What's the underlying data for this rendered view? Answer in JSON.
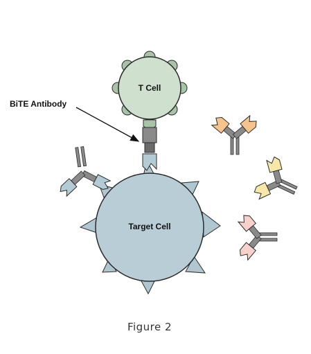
{
  "diagram": {
    "annotation_label": "BiTE Antibody",
    "t_cell_label": "T Cell",
    "target_cell_label": "Target Cell",
    "caption": "Figure 2"
  },
  "colors": {
    "t_cell_fill": "#cfe0cf",
    "t_cell_bumps": "#a9c3a9",
    "target_cell_fill": "#b8cdd6",
    "target_cell_spikes": "#b0c6d0",
    "outline": "#2b2b2b",
    "stem_grey": "#8a8a8a",
    "fab_orange": "#f5c38d",
    "fab_yellow": "#f7e7a8",
    "fab_pink": "#f7d2cc",
    "fab_blue": "#b4cbd5"
  }
}
